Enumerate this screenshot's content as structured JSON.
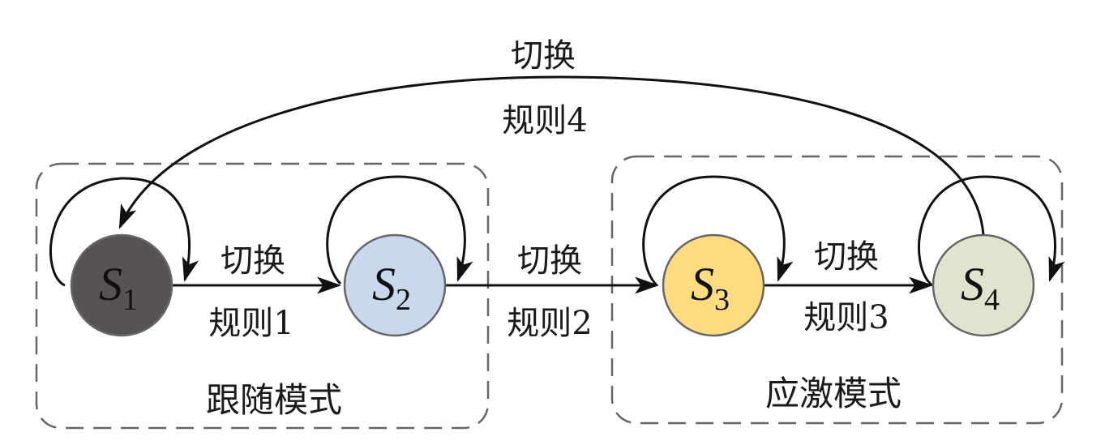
{
  "modes": [
    {
      "label": "跟随模式"
    },
    {
      "label": "应激模式"
    }
  ],
  "states": [
    {
      "name": "S",
      "sub": "1",
      "color": "#575253"
    },
    {
      "name": "S",
      "sub": "2",
      "color": "#c9d8ec"
    },
    {
      "name": "S",
      "sub": "3",
      "color": "#fddb80"
    },
    {
      "name": "S",
      "sub": "4",
      "color": "#e0e4cf"
    }
  ],
  "transitions": [
    {
      "top": "切换",
      "bottom": "规则1",
      "from": "S1",
      "to": "S2"
    },
    {
      "top": "切换",
      "bottom": "规则2",
      "from": "S2",
      "to": "S3"
    },
    {
      "top": "切换",
      "bottom": "规则3",
      "from": "S3",
      "to": "S4"
    },
    {
      "top": "切换",
      "bottom": "规则4",
      "from": "S4",
      "to": "S1"
    }
  ]
}
